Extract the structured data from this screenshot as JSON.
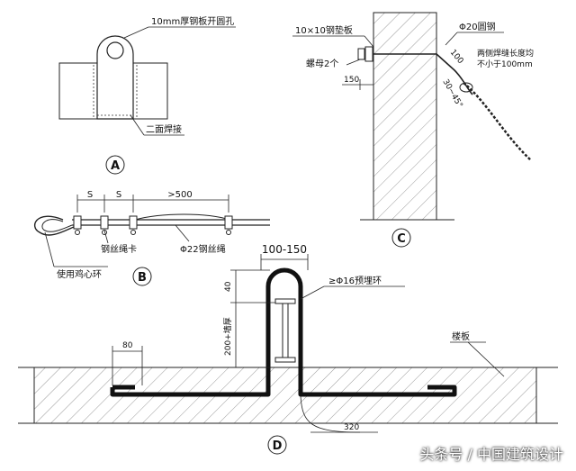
{
  "detailA": {
    "plate_label": "10mm厚钢板开圆孔",
    "weld_label": "二面焊接",
    "circle": "A"
  },
  "detailB": {
    "dim_s1": "S",
    "dim_s2": "S",
    "dim_500": ">500",
    "clip_label": "钢丝绳卡",
    "rope_label": "Φ22钢丝绳",
    "thimble_label": "使用鸡心环",
    "circle": "B"
  },
  "detailC": {
    "pad_label": "10×10钢垫板",
    "nut_label": "螺母2个",
    "dim_150": "150",
    "bar_label": "Φ20圆钢",
    "dim_100": "100",
    "angle_label": "30~45°",
    "weld_note": "两侧焊缝长度均不小于100mm",
    "circle": "C"
  },
  "detailD": {
    "dim_top": "100-150",
    "ring_label": "≥Φ16预埋环",
    "dim_40": "40",
    "dim_200": "200+墙厚",
    "dim_80": "80",
    "slab_label": "楼板",
    "dim_320": "320",
    "circle": "D"
  },
  "watermark": "头条号 / 中国建筑设计"
}
